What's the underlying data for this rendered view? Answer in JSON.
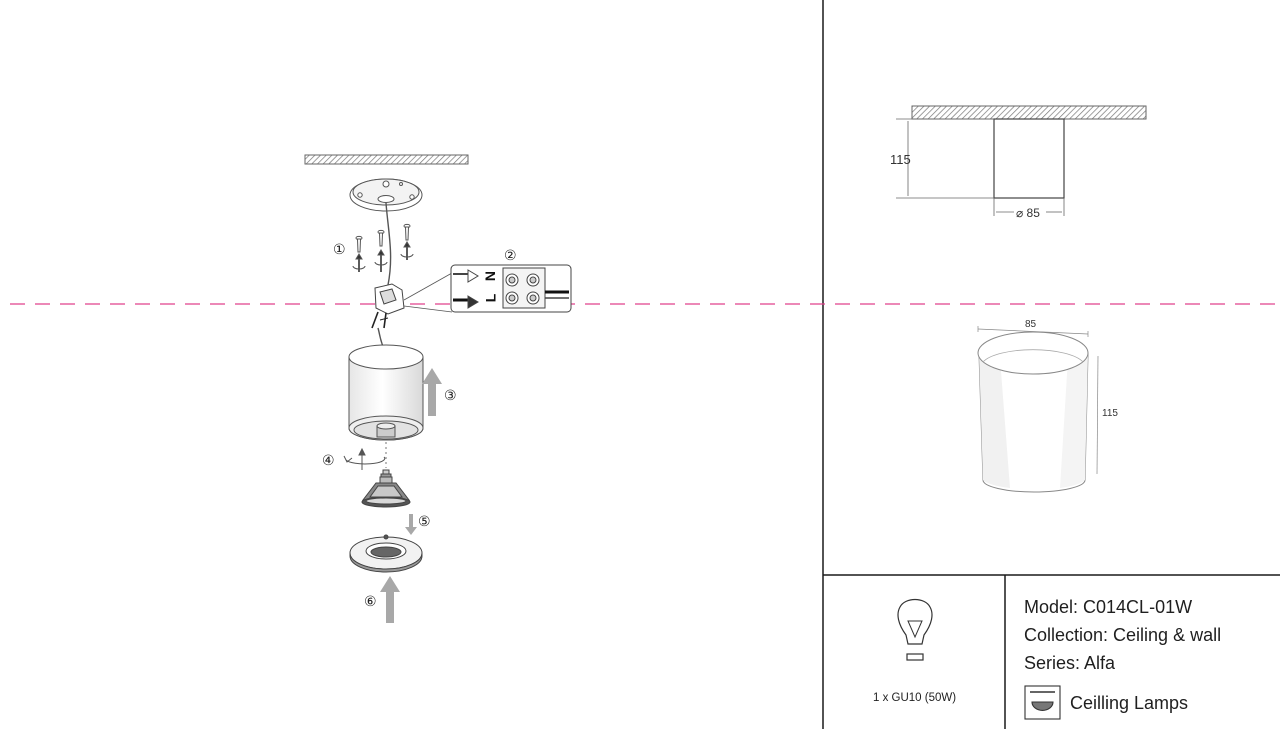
{
  "installation": {
    "step_markers": [
      "①",
      "②",
      "③",
      "④",
      "⑤",
      "⑥"
    ],
    "terminal_labels": {
      "neutral": "N",
      "live": "L"
    }
  },
  "dimensions": {
    "side_view": {
      "height": "115",
      "diameter": "⌀ 85"
    },
    "perspective_view": {
      "width": "85",
      "height": "115"
    }
  },
  "product": {
    "model": "Model: C014CL-01W",
    "collection": "Collection: Ceiling & wall",
    "series": "Series: Alfa",
    "category": "Ceilling Lamps",
    "bulb_spec": "1 x GU10 (50W)"
  },
  "colors": {
    "guide_line": "#e0408c",
    "frame_line": "#1a1a1a",
    "arrow_fill": "#a8a8a8",
    "hatch": "#777777"
  }
}
